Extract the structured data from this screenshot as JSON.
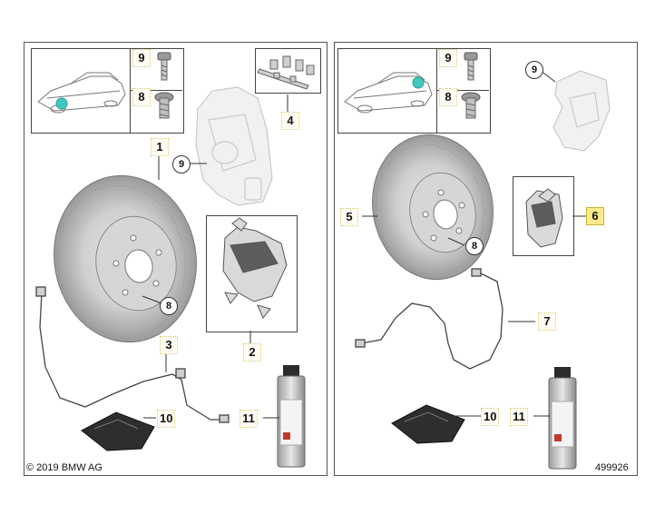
{
  "footer": {
    "copyright": "© 2019 BMW AG",
    "image_id": "499926"
  },
  "left_panel": {
    "labels": {
      "disc": "1",
      "pads": "2",
      "sensor": "3",
      "clips": "4",
      "caliper": "9",
      "bolt_hub": "8",
      "bolt_header": "9",
      "nut_header": "8",
      "paste": "10",
      "spray": "11"
    }
  },
  "right_panel": {
    "labels": {
      "disc": "5",
      "pads": "6",
      "sensor": "7",
      "caliper": "9",
      "bolt_hub": "8",
      "bolt_header": "9",
      "nut_header": "8",
      "paste": "10",
      "spray": "11"
    }
  },
  "colors": {
    "marker": "#3ec9c0",
    "highlight": "#fde98a",
    "disc": "#bfbfbf"
  },
  "icons": [
    "car-outline-icon",
    "bolt-icon",
    "nut-icon",
    "brake-disc-icon",
    "brake-caliper-icon",
    "brake-pad-icon",
    "wear-sensor-icon",
    "clip-set-icon",
    "paste-packet-icon",
    "spray-can-icon"
  ]
}
